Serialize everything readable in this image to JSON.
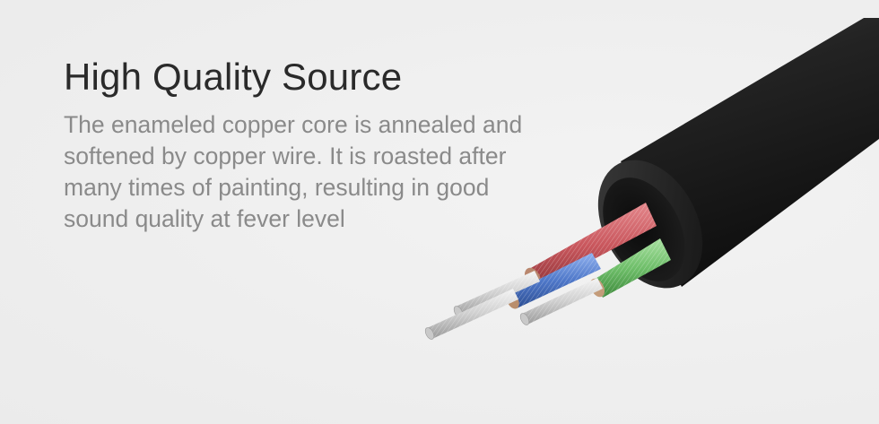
{
  "headline": "High Quality Source",
  "description": "The enameled copper core is annealed and softened by copper wire. It is roasted after many times of painting, resulting in good sound quality at fever level",
  "product_image": {
    "subject": "cable-cross-section",
    "jacket_color": "#1e1e1e",
    "core_colors": [
      "#c9575d",
      "#4f78c9",
      "#6fbf6a",
      "#c9c9c9"
    ]
  }
}
